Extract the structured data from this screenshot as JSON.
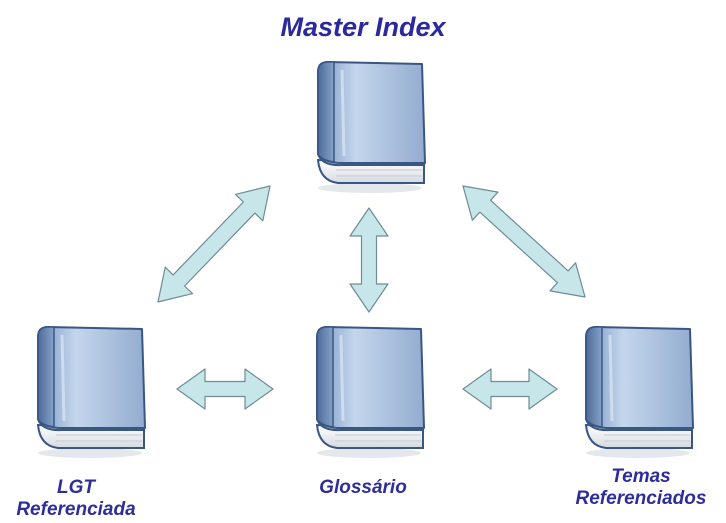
{
  "title": "Master Index",
  "nodes": [
    {
      "id": "master",
      "icon": "book-icon"
    },
    {
      "id": "lgt",
      "icon": "book-icon",
      "label_lines": [
        "LGT",
        "Referenciada"
      ]
    },
    {
      "id": "glossario",
      "icon": "book-icon",
      "label_lines": [
        "Glossário"
      ]
    },
    {
      "id": "temas",
      "icon": "book-icon",
      "label_lines": [
        "Temas",
        "Referenciados"
      ]
    }
  ],
  "connections": [
    {
      "from": "master",
      "to": "lgt",
      "style": "double-arrow"
    },
    {
      "from": "master",
      "to": "glossario",
      "style": "double-arrow"
    },
    {
      "from": "master",
      "to": "temas",
      "style": "double-arrow"
    },
    {
      "from": "lgt",
      "to": "glossario",
      "style": "double-arrow"
    },
    {
      "from": "glossario",
      "to": "temas",
      "style": "double-arrow"
    }
  ],
  "colors": {
    "title": "#2a2a9e",
    "labels": "#2e2e9a",
    "book_cover_light": "#c3d6ec",
    "book_cover_dark": "#5a79a8",
    "book_outline": "#3a5683",
    "book_pages": "#eef1f5",
    "arrow_fill": "#c6e6ea",
    "arrow_stroke": "#6e8c95"
  }
}
